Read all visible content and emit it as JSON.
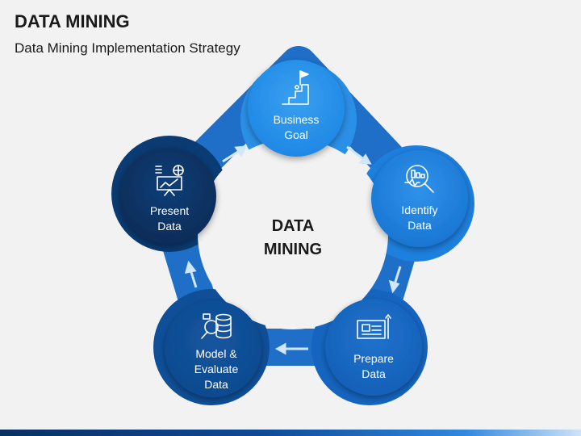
{
  "header": {
    "title": "DATA MINING",
    "subtitle": "Data Mining Implementation Strategy"
  },
  "center": {
    "label": "DATA\nMINING"
  },
  "steps": [
    {
      "label": "Business\nGoal",
      "icon": "goal-flag-icon",
      "color": "#1e88e5"
    },
    {
      "label": "Identify\nData",
      "icon": "magnify-chart-icon",
      "color": "#1976d2"
    },
    {
      "label": "Prepare\nData",
      "icon": "blueprint-icon",
      "color": "#1565c0"
    },
    {
      "label": "Model &\nEvaluate\nData",
      "icon": "database-search-icon",
      "color": "#0d4a8f"
    },
    {
      "label": "Present\nData",
      "icon": "presentation-board-icon",
      "color": "#0a3466"
    }
  ]
}
